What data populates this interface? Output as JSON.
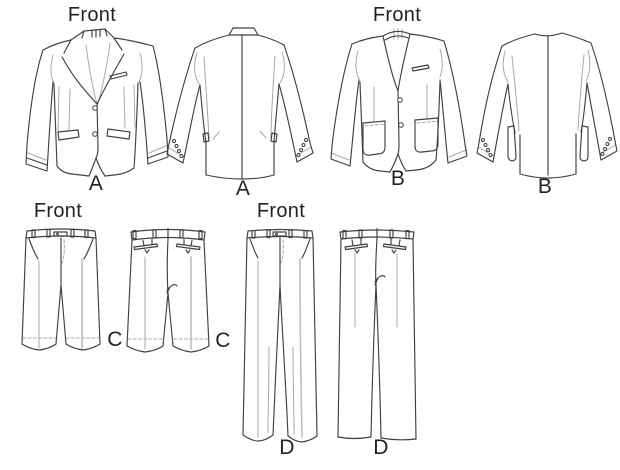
{
  "figure": {
    "background": "#ffffff",
    "line_color": "#404040",
    "seam_color": "#a8a8a8",
    "text_color": "#222222",
    "description": "Sewing pattern technical line drawings: jackets A and B (front and back views), shorts C and pants D (front and back views)"
  },
  "views": [
    {
      "id": "jacket-a-front",
      "caption": "Front",
      "label": "A"
    },
    {
      "id": "jacket-a-back",
      "label": "A"
    },
    {
      "id": "jacket-b-front",
      "caption": "Front",
      "label": "B"
    },
    {
      "id": "jacket-b-back",
      "label": "B"
    },
    {
      "id": "shorts-c-front",
      "caption": "Front",
      "label": "C"
    },
    {
      "id": "shorts-c-back",
      "label": "C"
    },
    {
      "id": "pants-d-front",
      "caption": "Front",
      "label": "D"
    },
    {
      "id": "pants-d-back",
      "label": "D"
    }
  ]
}
